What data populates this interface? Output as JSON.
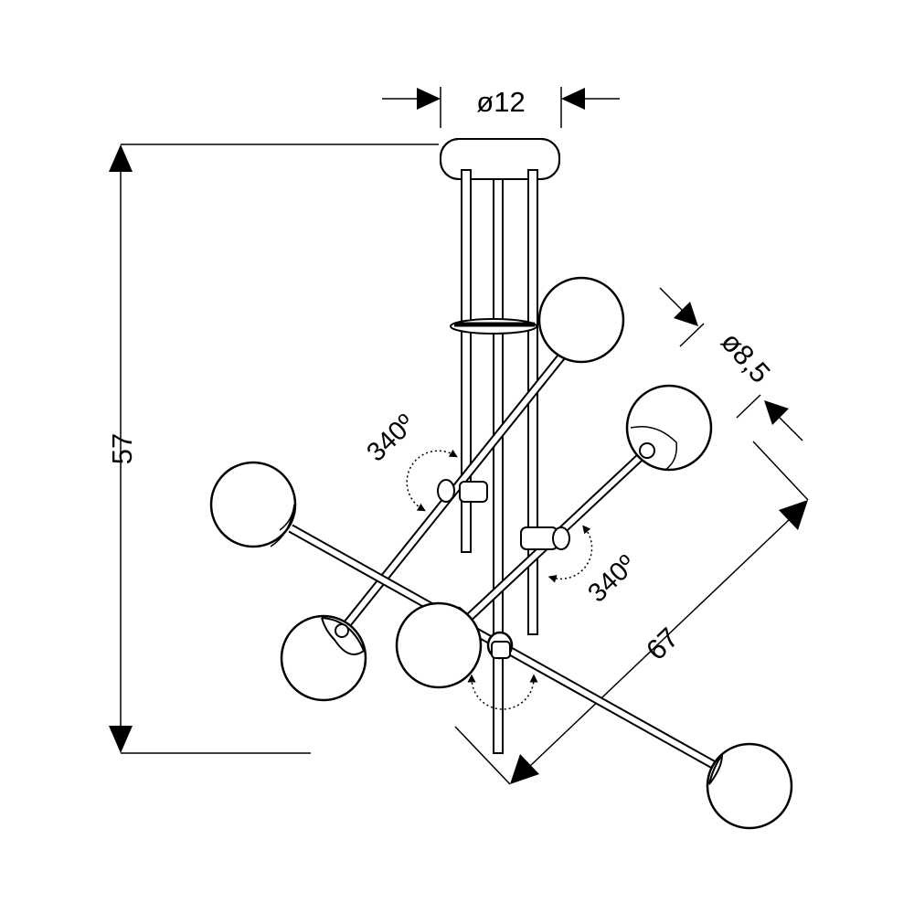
{
  "diagram": {
    "dimensions": {
      "canopy_diameter": "ø12",
      "globe_diameter": "ø8,5",
      "height": "57",
      "width": "67",
      "rotation_left": "340º",
      "rotation_right": "340º"
    }
  }
}
